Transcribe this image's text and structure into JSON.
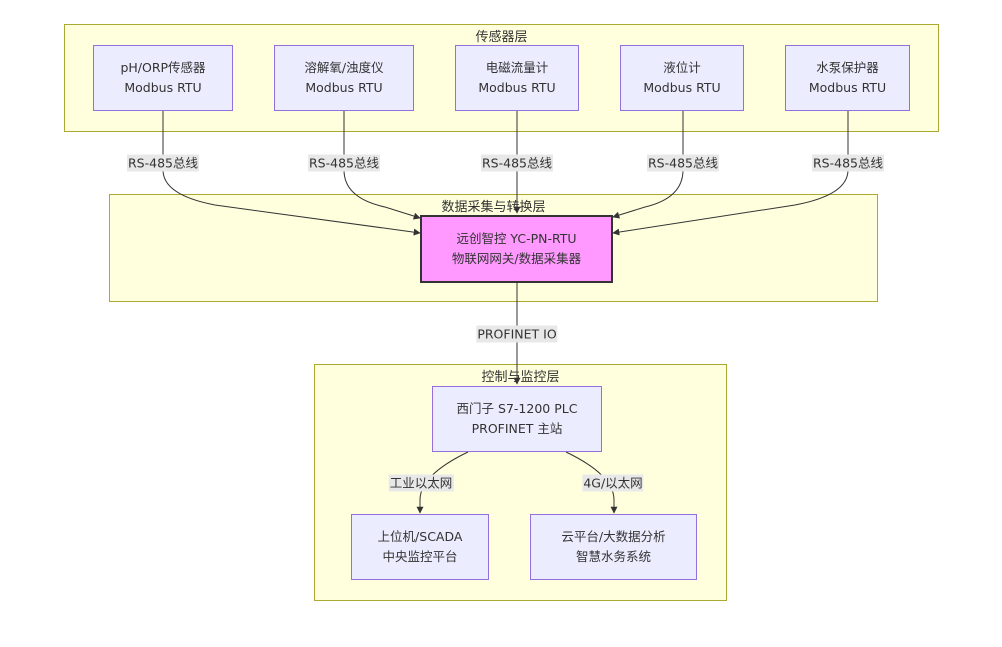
{
  "layers": {
    "sensor": {
      "title": "传感器层"
    },
    "gateway": {
      "title": "数据采集与转换层"
    },
    "control": {
      "title": "控制与监控层"
    }
  },
  "nodes": {
    "ph_orp": {
      "line1": "pH/ORP传感器",
      "line2": "Modbus RTU"
    },
    "do_turbidity": {
      "line1": "溶解氧/浊度仪",
      "line2": "Modbus RTU"
    },
    "flowmeter": {
      "line1": "电磁流量计",
      "line2": "Modbus RTU"
    },
    "level_meter": {
      "line1": "液位计",
      "line2": "Modbus RTU"
    },
    "pump_protector": {
      "line1": "水泵保护器",
      "line2": "Modbus RTU"
    },
    "gateway": {
      "line1": "远创智控 YC-PN-RTU",
      "line2": "物联网网关/数据采集器"
    },
    "plc": {
      "line1": "西门子 S7-1200 PLC",
      "line2": "PROFINET 主站"
    },
    "scada": {
      "line1": "上位机/SCADA",
      "line2": "中央监控平台"
    },
    "cloud": {
      "line1": "云平台/大数据分析",
      "line2": "智慧水务系统"
    }
  },
  "edge_labels": {
    "rs485_1": "RS-485总线",
    "rs485_2": "RS-485总线",
    "rs485_3": "RS-485总线",
    "rs485_4": "RS-485总线",
    "rs485_5": "RS-485总线",
    "profinet": "PROFINET IO",
    "ethernet": "工业以太网",
    "cellular": "4G/以太网"
  },
  "colors": {
    "layer_fill": "#ffffde",
    "layer_border": "#aaaa33",
    "node_fill": "#ececff",
    "node_border": "#9370db",
    "gateway_fill": "#ff99ff",
    "gateway_border": "#333333",
    "edge": "#333333",
    "edge_label_bg": "#e8e8e8"
  }
}
